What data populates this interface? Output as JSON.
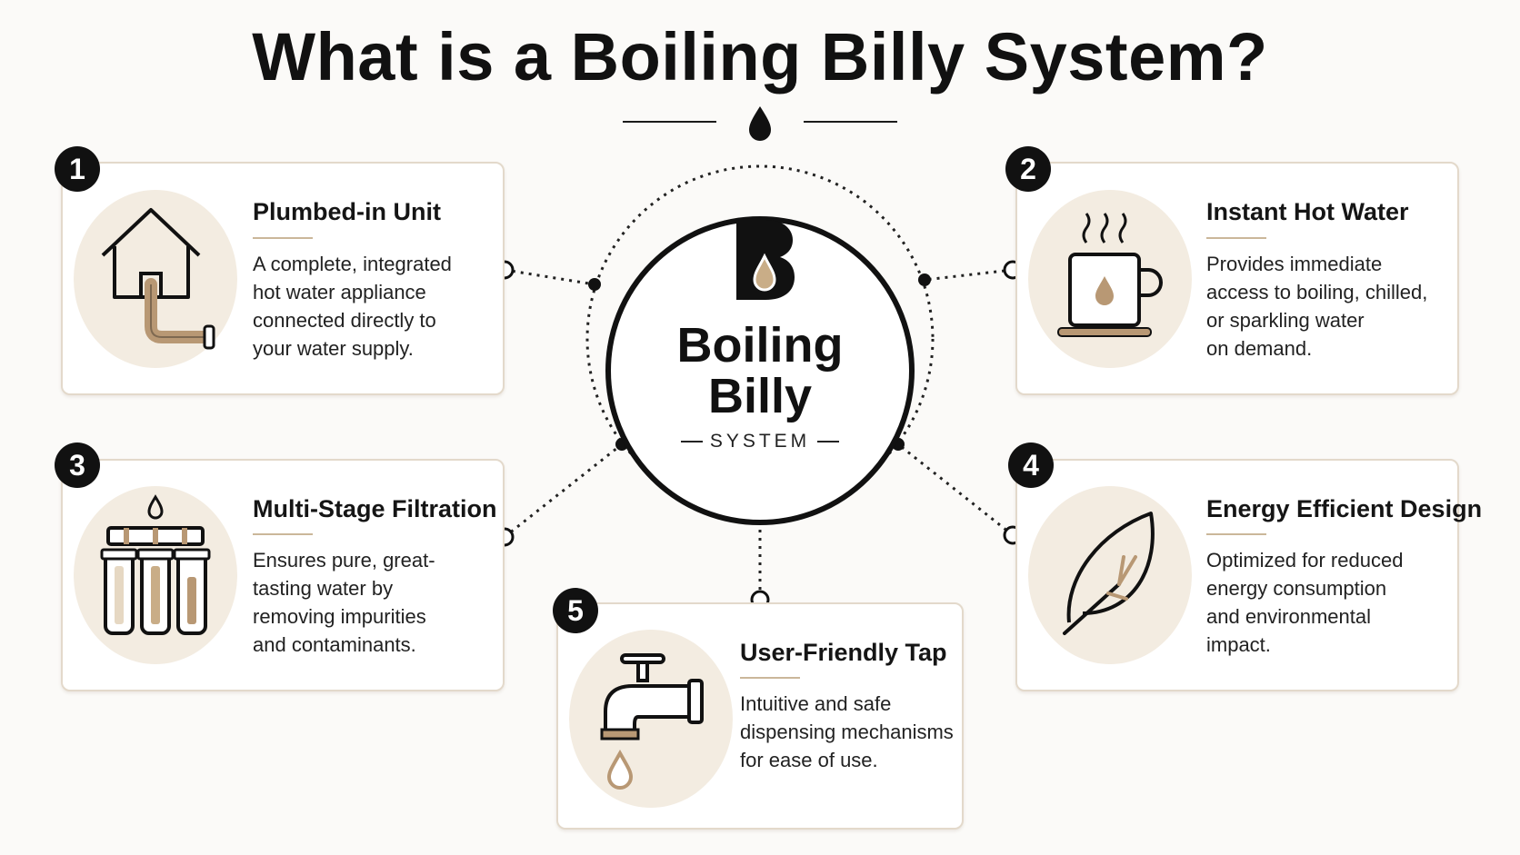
{
  "title": "What is a Boiling Billy System?",
  "hub": {
    "logo_letter": "B",
    "name": "Boiling\nBilly",
    "subtitle": "SYSTEM"
  },
  "colors": {
    "accent": "#b89874",
    "accent_light": "#f3ece1",
    "card_border": "#e3d9cb",
    "dark": "#111111"
  },
  "cards": [
    {
      "number": "1",
      "title": "Plumbed-in Unit",
      "description": "A complete, integrated\nhot water appliance\nconnected directly to\nyour water supply.",
      "icon": "house-pipe-icon"
    },
    {
      "number": "2",
      "title": "Instant Hot Water",
      "description": "Provides immediate\naccess to boiling, chilled,\nor sparkling water\non demand.",
      "icon": "steaming-cup-icon"
    },
    {
      "number": "3",
      "title": "Multi-Stage Filtration",
      "description": "Ensures pure, great-\ntasting water by\nremoving impurities\nand contaminants.",
      "icon": "filter-cartridges-icon"
    },
    {
      "number": "4",
      "title": "Energy Efficient Design",
      "description": "Optimized for reduced\nenergy consumption\nand environmental\nimpact.",
      "icon": "leaf-icon"
    },
    {
      "number": "5",
      "title": "User-Friendly Tap",
      "description": "Intuitive and safe\ndispensing mechanisms\nfor ease of use.",
      "icon": "tap-icon"
    }
  ]
}
